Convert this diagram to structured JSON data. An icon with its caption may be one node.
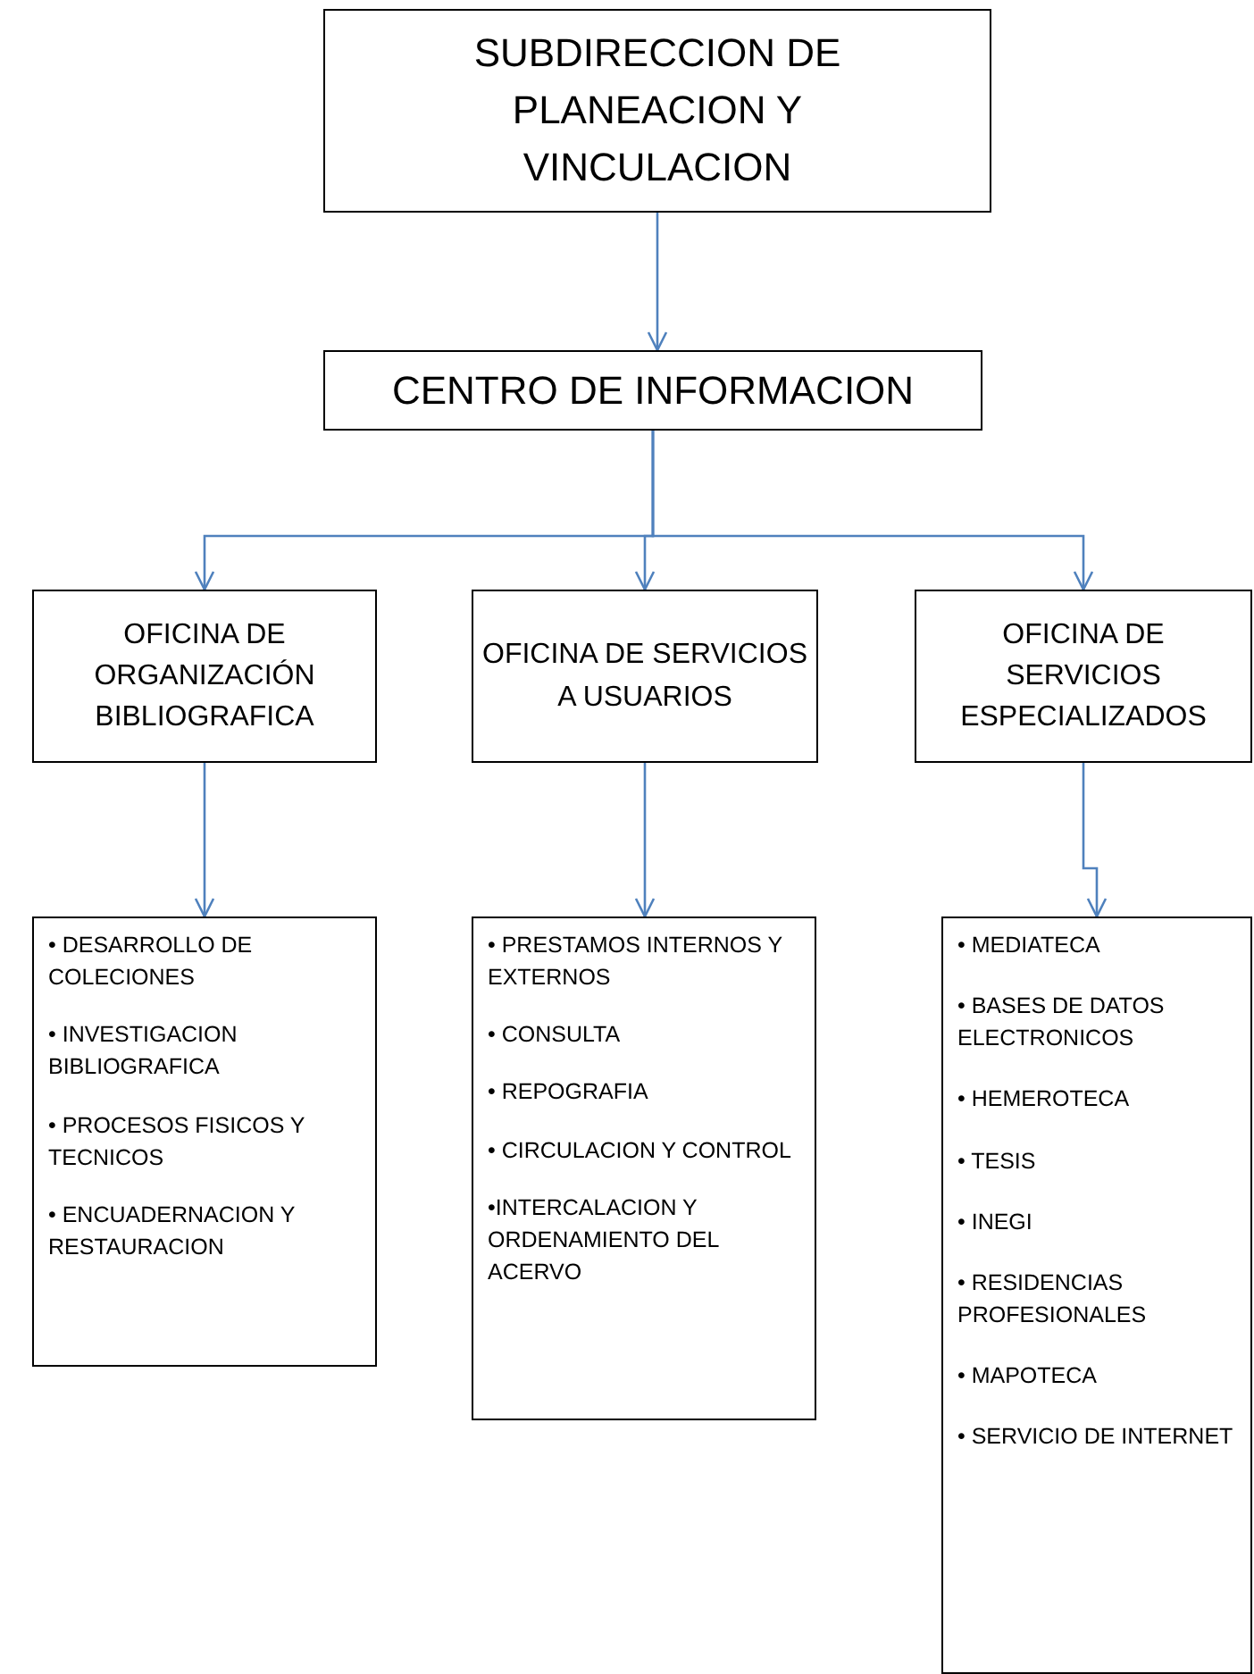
{
  "diagram": {
    "nodes": [
      {
        "text": [
          "SUBDIRECCION DE PLANEACION Y VINCULACION"
        ]
      },
      {
        "text": [
          "CENTRO DE INFORMACION"
        ]
      },
      {
        "text": [
          "OFICINA DE ORGANIZACIÓN BIBLIOGRAFICA"
        ]
      },
      {
        "text": [
          "OFICINA DE SERVICIOS A USUARIOS"
        ]
      },
      {
        "text": [
          "OFICINA DE SERVICIOS ESPECIALIZADOS"
        ]
      },
      {
        "text": [
          "• DESARROLLO DE COLECIONES",
          "• INVESTIGACION BIBLIOGRAFICA",
          "• PROCESOS FISICOS Y TECNICOS",
          "• ENCUADERNACION Y RESTAURACION"
        ]
      },
      {
        "text": [
          "• PRESTAMOS INTERNOS Y EXTERNOS",
          "• CONSULTA",
          "• REPOGRAFIA",
          "• CIRCULACION Y CONTROL",
          "•INTERCALACION Y ORDENAMIENTO DEL ACERVO"
        ]
      },
      {
        "text": [
          "• MEDIATECA",
          "• BASES DE DATOS ELECTRONICOS",
          "• HEMEROTECA",
          "• TESIS",
          "• INEGI",
          "• RESIDENCIAS PROFESIONALES",
          "• MAPOTECA",
          "• SERVICIO DE INTERNET"
        ]
      }
    ],
    "edges": [
      {
        "from": 0,
        "to": 1,
        "arrow": "to"
      },
      {
        "from": 1,
        "to": 2,
        "arrow": "to"
      },
      {
        "from": 1,
        "to": 3,
        "arrow": "to"
      },
      {
        "from": 1,
        "to": 4,
        "arrow": "to"
      },
      {
        "from": 2,
        "to": 5,
        "arrow": "to"
      },
      {
        "from": 3,
        "to": 6,
        "arrow": "to"
      },
      {
        "from": 4,
        "to": 7,
        "arrow": "to"
      }
    ]
  }
}
